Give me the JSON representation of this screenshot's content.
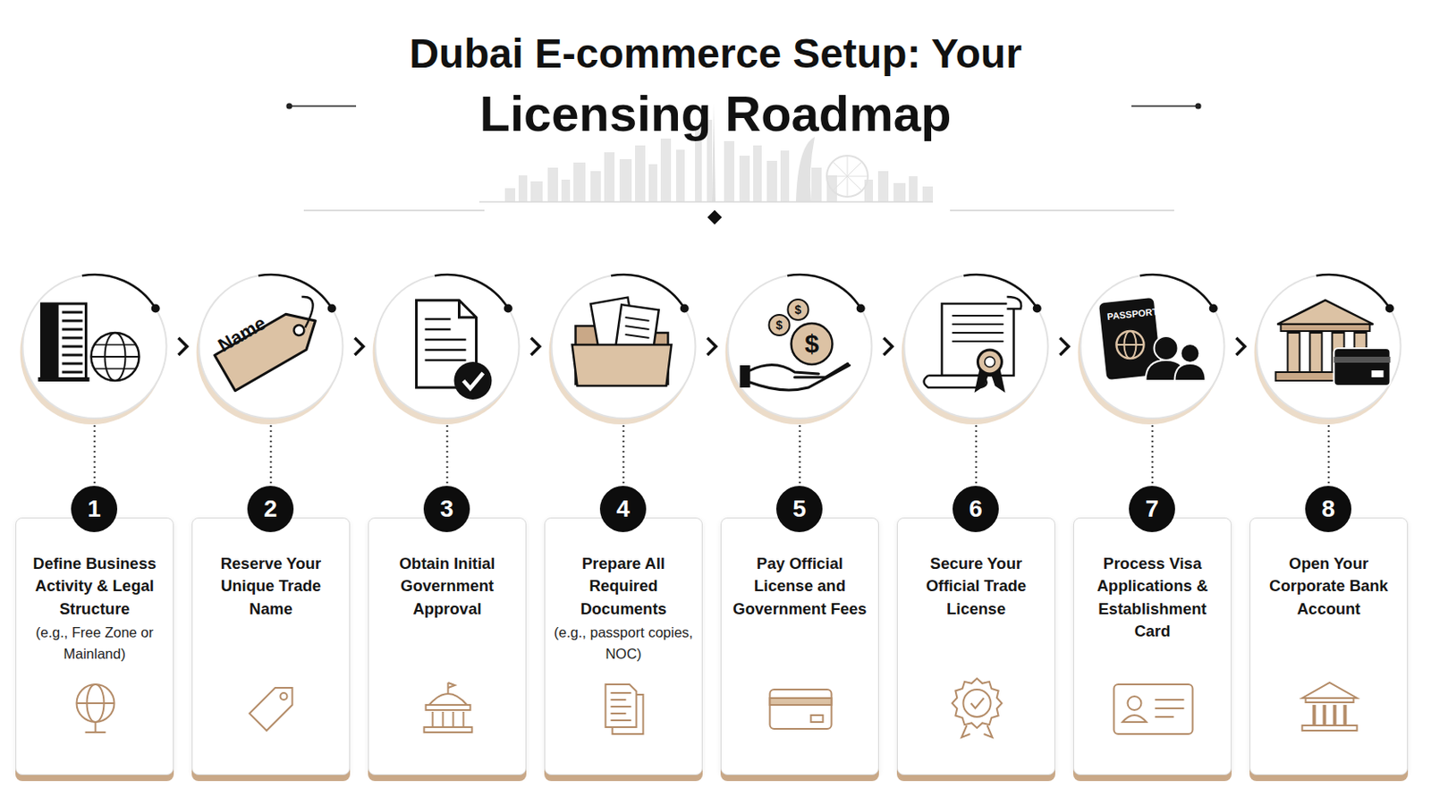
{
  "diagram": {
    "title": "Dubai E-commerce Setup: Your Licensing Roadmap",
    "nodes": [
      {
        "text": [
          "Define Business Activity & Legal Structure",
          "(e.g., Free Zone or Mainland)"
        ]
      },
      {
        "text": [
          "1"
        ],
        "in": 0
      },
      {
        "text": [
          "Reserve Your Unique Trade Name"
        ]
      },
      {
        "text": [
          "2"
        ],
        "in": 2
      },
      {
        "text": [
          "Obtain Initial Government Approval"
        ]
      },
      {
        "text": [
          "3"
        ],
        "in": 4
      },
      {
        "text": [
          "Prepare All Required Documents",
          "(e.g., passport copies, NOC)"
        ]
      },
      {
        "text": [
          "4"
        ],
        "in": 6
      },
      {
        "text": [
          "Pay Official License and Government Fees"
        ]
      },
      {
        "text": [
          "5"
        ],
        "in": 8
      },
      {
        "text": [
          "Secure Your Official Trade License"
        ]
      },
      {
        "text": [
          "6"
        ],
        "in": 10
      },
      {
        "text": [
          "Process Visa Applications & Establishment Card"
        ]
      },
      {
        "text": [
          "7"
        ],
        "in": 12
      },
      {
        "text": [
          "Open Your Corporate Bank Account"
        ]
      },
      {
        "text": [
          "8"
        ],
        "in": 14
      }
    ],
    "labels": [
      "Name",
      "PASSPORT",
      "$",
      "$",
      "$"
    ]
  }
}
